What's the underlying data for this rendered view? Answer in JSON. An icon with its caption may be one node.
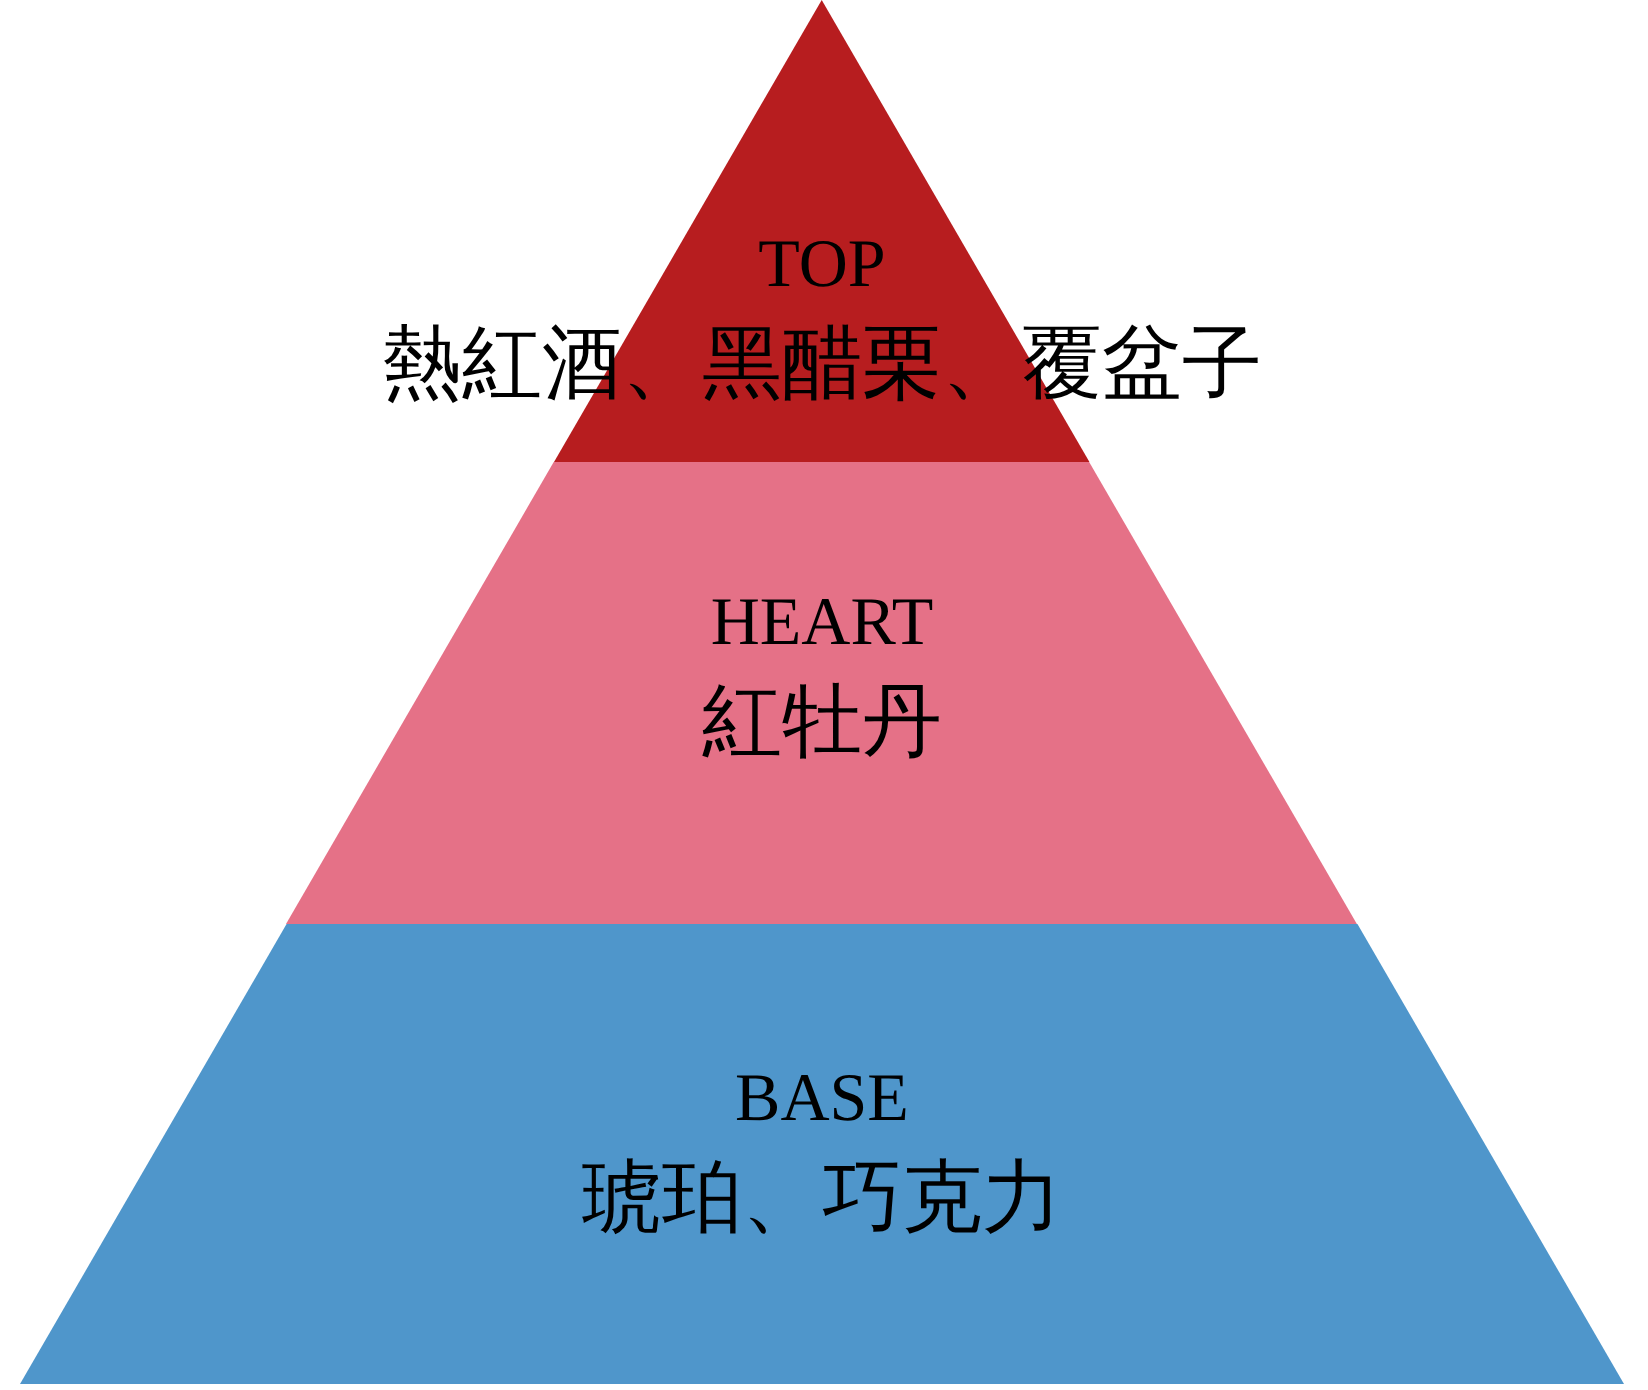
{
  "diagram": {
    "nodes": [
      {
        "text": [
          "TOP",
          "熱紅酒、黑醋栗、覆盆子"
        ]
      },
      {
        "text": [
          "HEART",
          "紅牡丹"
        ]
      },
      {
        "text": [
          "BASE",
          "琥珀、巧克力"
        ]
      }
    ]
  }
}
